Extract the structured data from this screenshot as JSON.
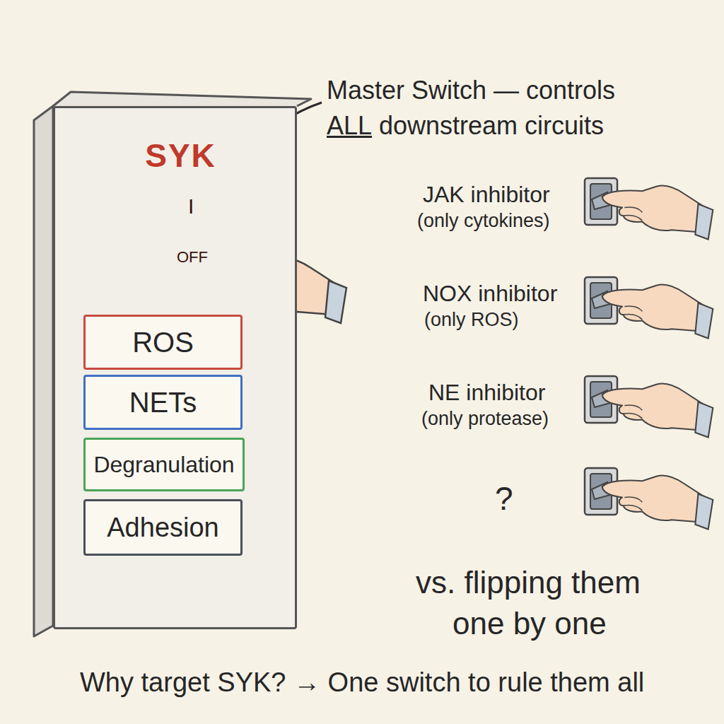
{
  "diagram": {
    "caption": "Why target SYK? → One switch to rule them all",
    "nodes": [
      {
        "text": [
          "SYK"
        ]
      },
      {
        "text": [
          "ROS"
        ],
        "in": 0
      },
      {
        "text": [
          "NETs"
        ],
        "in": 0
      },
      {
        "text": [
          "Degranulation"
        ],
        "in": 0
      },
      {
        "text": [
          "Adhesion"
        ],
        "in": 0
      }
    ],
    "labels": [
      "I",
      "OFF",
      "Master Switch — controls",
      "ALL",
      "downstream circuits",
      "JAK inhibitor",
      "(only cytokines)",
      "NOX inhibitor",
      "(only ROS)",
      "NE inhibitor",
      "(only protease)",
      "?",
      "vs. flipping them",
      "one by one"
    ]
  }
}
